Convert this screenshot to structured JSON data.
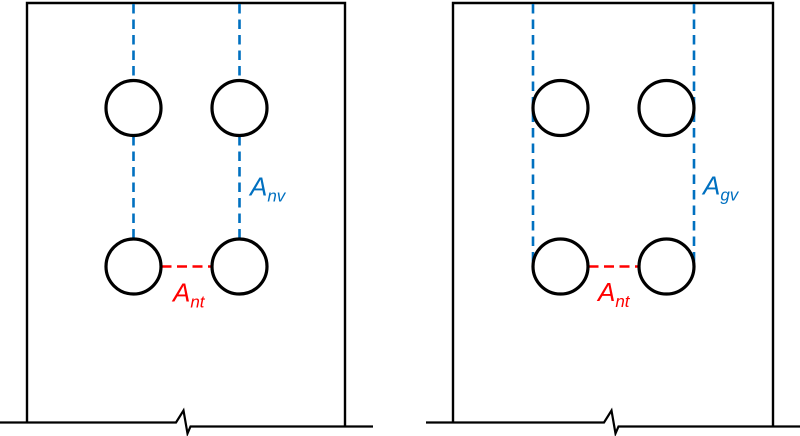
{
  "colors": {
    "shear": "#0070C0",
    "tension": "#FF0000",
    "outline": "#000000",
    "background": "#FFFFFF"
  },
  "left_plate": {
    "shear_label": {
      "base": "A",
      "sub": "nv"
    },
    "tension_label": {
      "base": "A",
      "sub": "nt"
    }
  },
  "right_plate": {
    "shear_label": {
      "base": "A",
      "sub": "gv"
    },
    "tension_label": {
      "base": "A",
      "sub": "nt"
    }
  }
}
